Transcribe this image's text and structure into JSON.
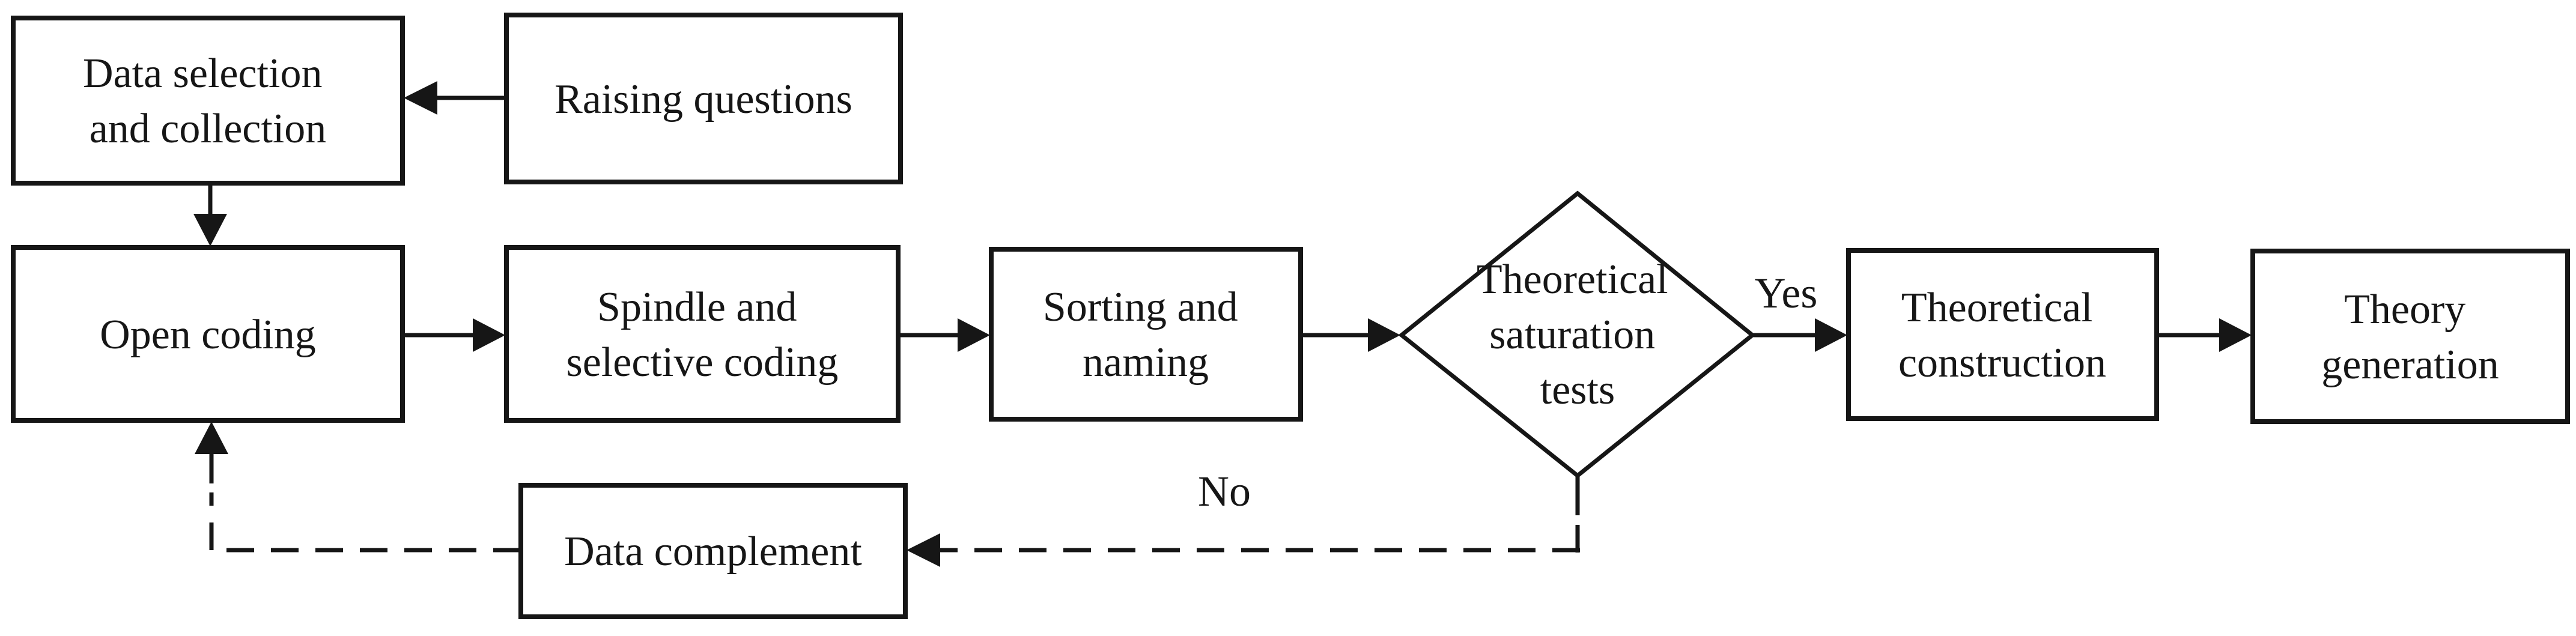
{
  "nodes": {
    "data_selection": {
      "lines": [
        "Data selection",
        "and collection"
      ]
    },
    "raising_questions": {
      "lines": [
        "Raising questions"
      ]
    },
    "open_coding": {
      "lines": [
        "Open coding"
      ]
    },
    "spindle_selective_coding": {
      "lines": [
        "Spindle and",
        "selective coding"
      ]
    },
    "sorting_naming": {
      "lines": [
        "Sorting and",
        "naming"
      ]
    },
    "theoretical_saturation_tests": {
      "lines": [
        "Theoretical",
        "saturation",
        "tests"
      ]
    },
    "theoretical_construction": {
      "lines": [
        "Theoretical",
        "construction"
      ]
    },
    "theory_generation": {
      "lines": [
        "Theory",
        "generation"
      ]
    },
    "data_complement": {
      "lines": [
        "Data complement"
      ]
    }
  },
  "edge_labels": {
    "yes": "Yes",
    "no": "No"
  },
  "colors": {
    "ink": "#161616",
    "background": "#ffffff"
  }
}
